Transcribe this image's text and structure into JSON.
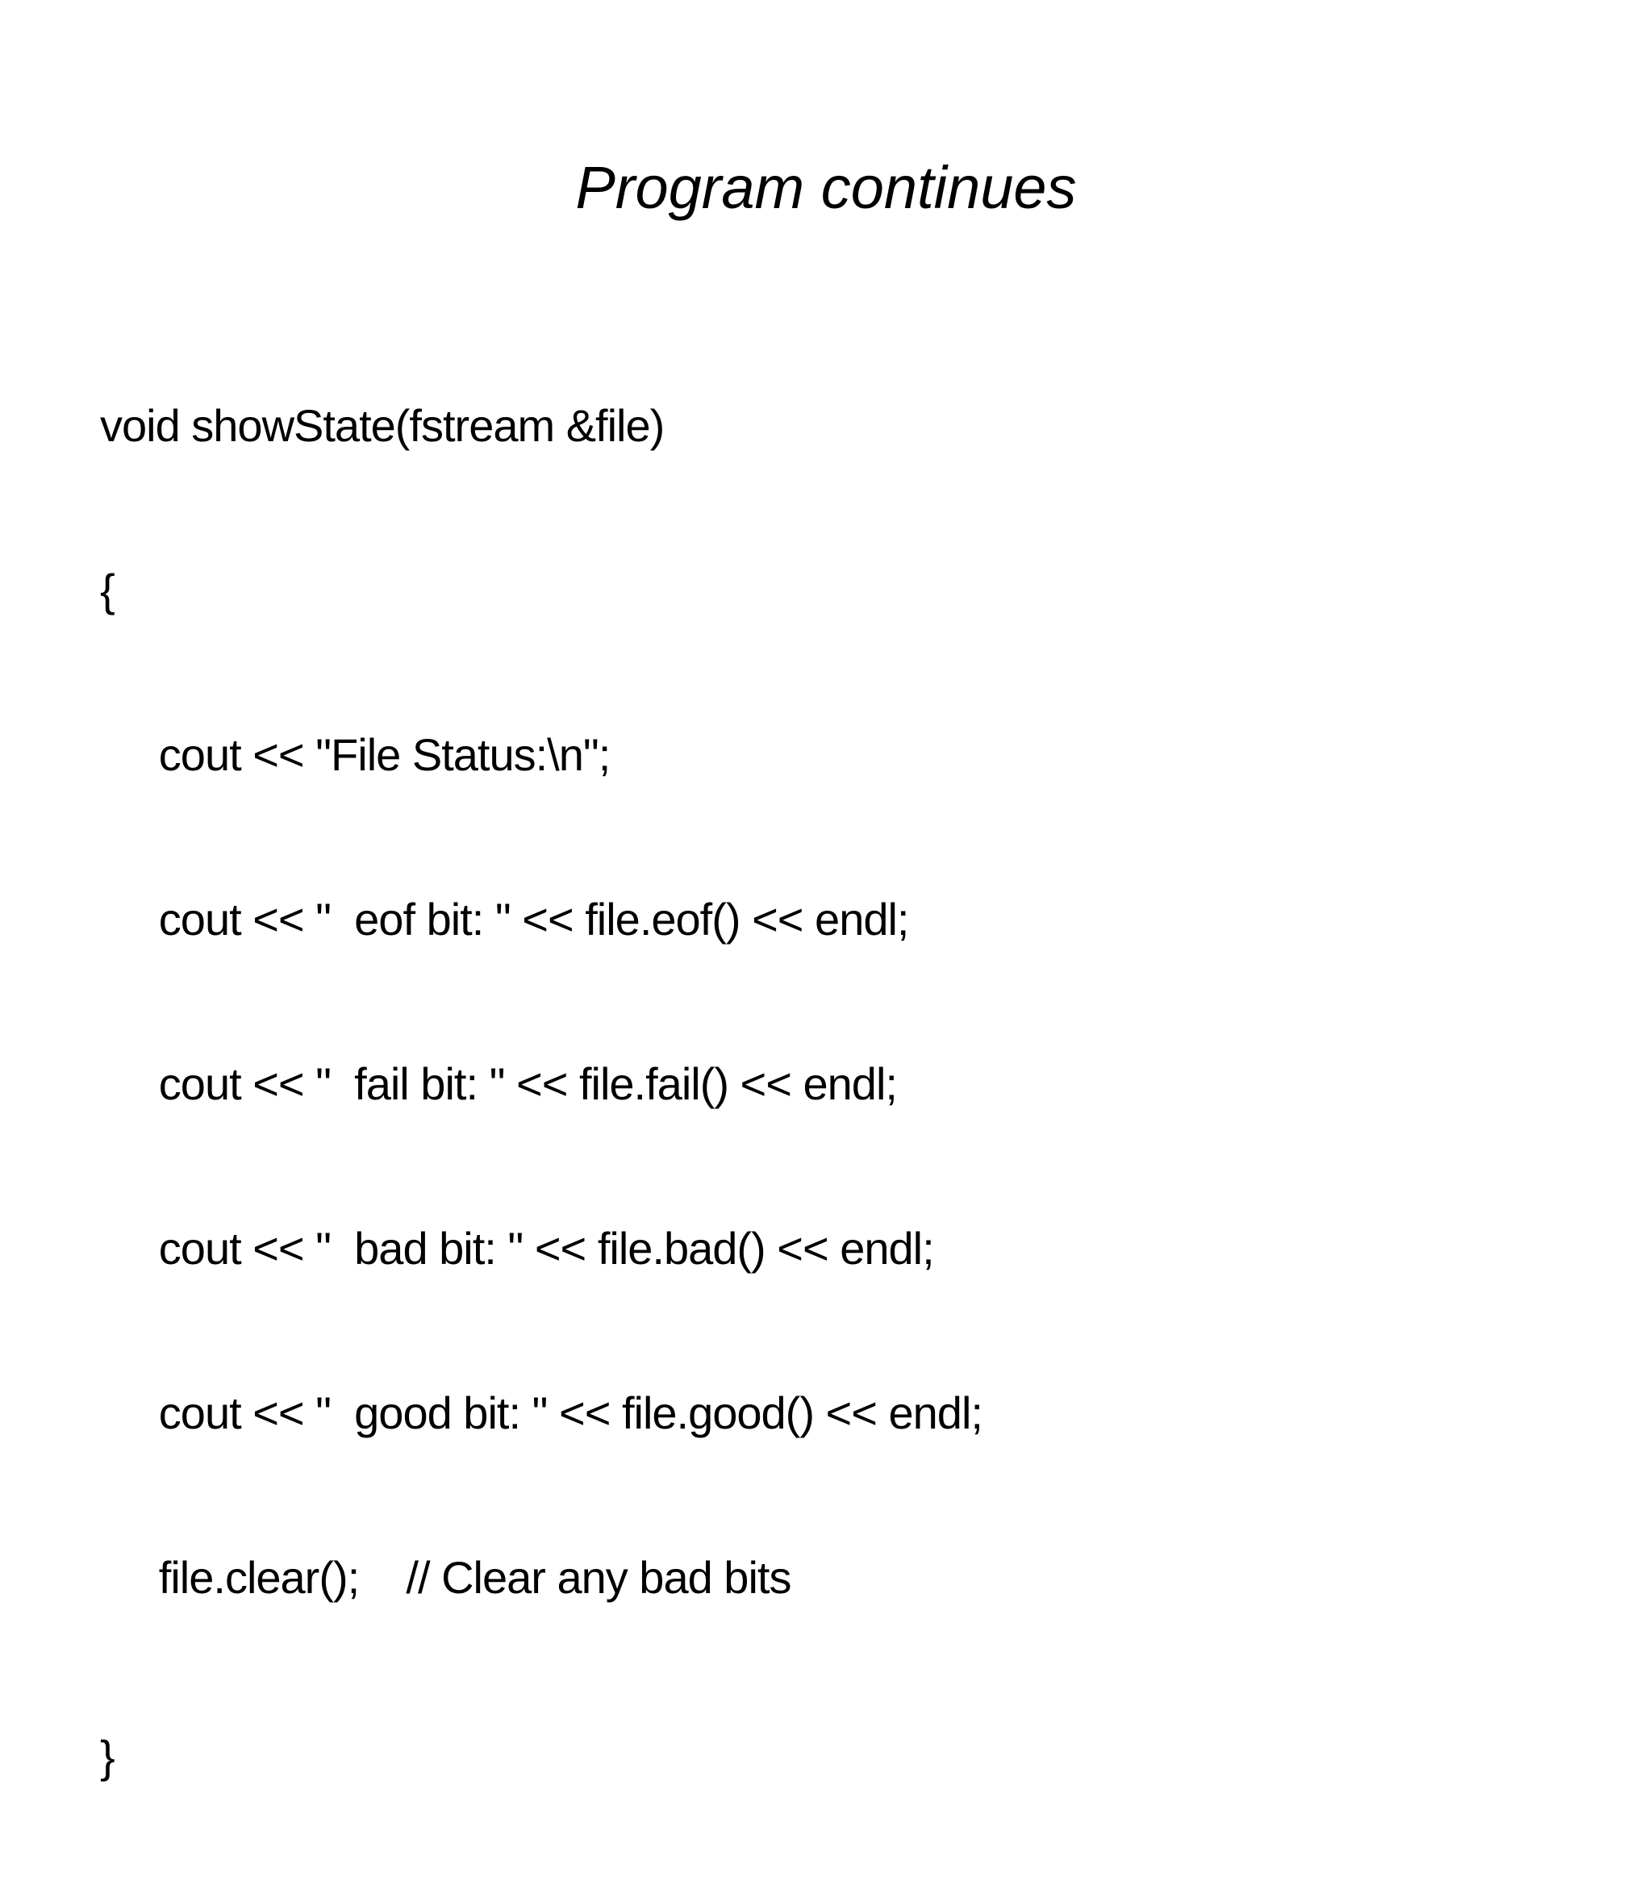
{
  "slide": {
    "title": "Program continues",
    "code": {
      "lines": [
        "void showState(fstream &file)",
        "{",
        "     cout << \"File Status:\\n\";",
        "     cout << \"  eof bit: \" << file.eof() << endl;",
        "     cout << \"  fail bit: \" << file.fail() << endl;",
        "     cout << \"  bad bit: \" << file.bad() << endl;",
        "     cout << \"  good bit: \" << file.good() << endl;",
        "     file.clear();    // Clear any bad bits",
        "}"
      ]
    },
    "colors": {
      "background": "#ffffff",
      "text": "#000000"
    }
  }
}
